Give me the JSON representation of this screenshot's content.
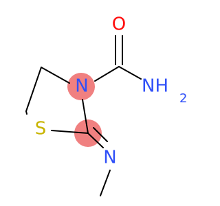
{
  "molecule": {
    "atoms": {
      "O": {
        "text": "O",
        "color": "#ff0d0d"
      },
      "N_ring": {
        "text": "N",
        "color": "#3050f8"
      },
      "NH2": {
        "text": "NH",
        "subscript": "2",
        "color": "#3050f8"
      },
      "S": {
        "text": "S",
        "color": "#c8b400"
      },
      "N_imine": {
        "text": "N",
        "color": "#3050f8"
      }
    },
    "highlight_color": "#f08080"
  }
}
